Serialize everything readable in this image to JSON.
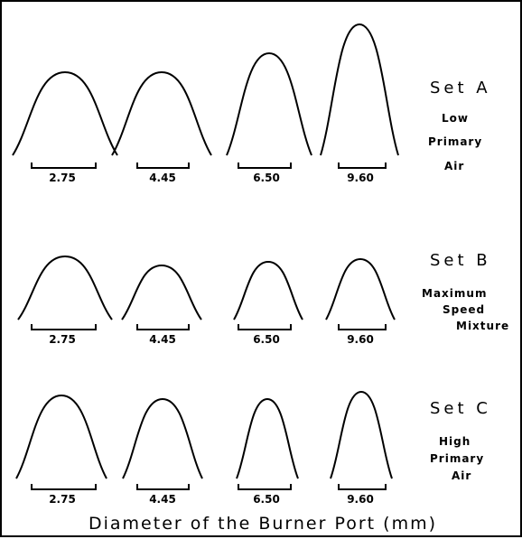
{
  "caption": "Diameter of the Burner Port (mm)",
  "sets": [
    {
      "title": "Set A",
      "description": [
        "Low",
        "Primary",
        "Air"
      ],
      "diameters": [
        "2.75",
        "4.45",
        "6.50",
        "9.60"
      ]
    },
    {
      "title": "Set B",
      "description": [
        "Maximum",
        "Speed",
        "Mixture"
      ],
      "diameters": [
        "2.75",
        "4.45",
        "6.50",
        "9.60"
      ]
    },
    {
      "title": "Set C",
      "description": [
        "High",
        "Primary",
        "Air"
      ],
      "diameters": [
        "2.75",
        "4.45",
        "6.50",
        "9.60"
      ]
    }
  ]
}
